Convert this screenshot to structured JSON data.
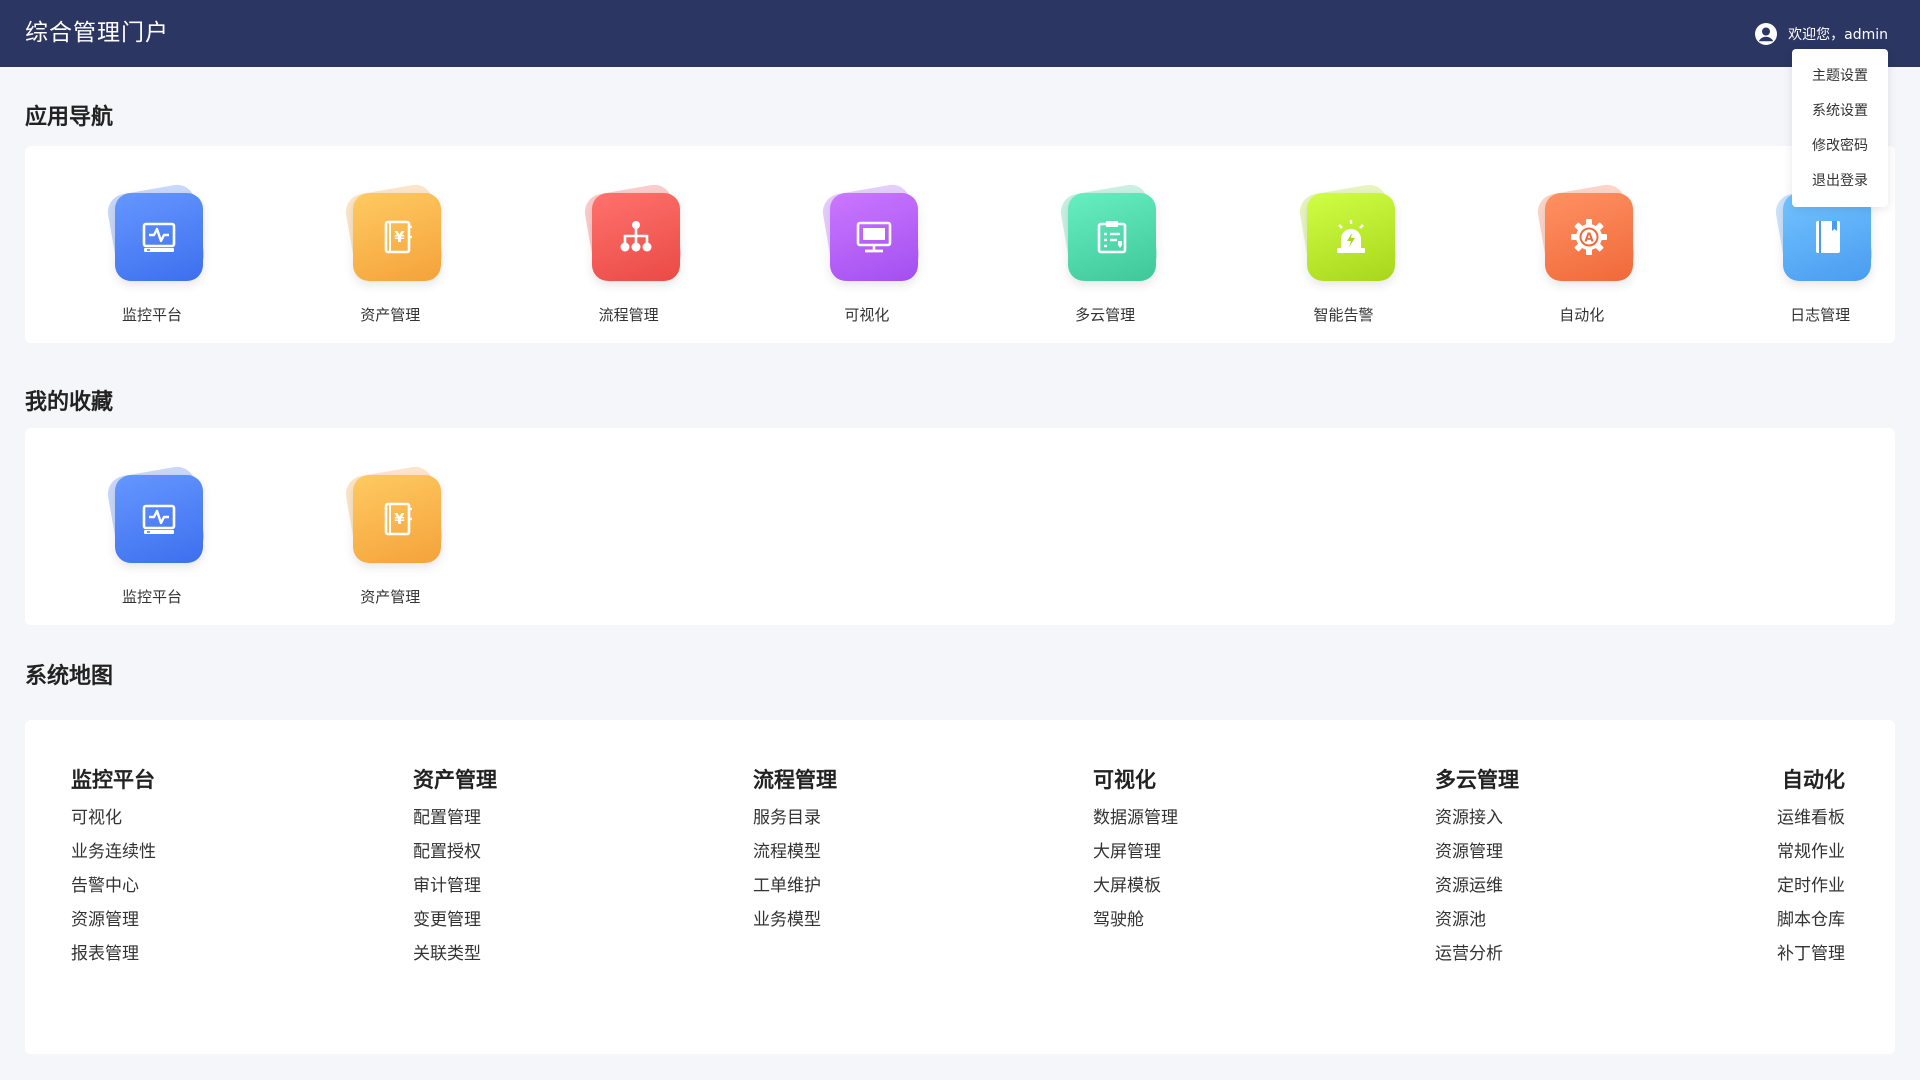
{
  "header": {
    "title": "综合管理门户",
    "welcome": "欢迎您，admin"
  },
  "user_menu": [
    {
      "label": "主题设置"
    },
    {
      "label": "系统设置"
    },
    {
      "label": "修改密码"
    },
    {
      "label": "退出登录"
    }
  ],
  "sections": {
    "nav_title": "应用导航",
    "fav_title": "我的收藏",
    "map_title": "系统地图"
  },
  "apps": [
    {
      "label": "监控平台",
      "icon": "monitor-pulse-icon",
      "color": "#3d6fee"
    },
    {
      "label": "资产管理",
      "icon": "asset-ledger-icon",
      "color": "#f5a23a"
    },
    {
      "label": "流程管理",
      "icon": "flow-tree-icon",
      "color": "#ea4a45"
    },
    {
      "label": "可视化",
      "icon": "screen-display-icon",
      "color": "#a34ff0"
    },
    {
      "label": "多云管理",
      "icon": "cloud-checklist-icon",
      "color": "#3fc79a"
    },
    {
      "label": "智能告警",
      "icon": "alarm-light-icon",
      "color": "#a8d61c"
    },
    {
      "label": "自动化",
      "icon": "auto-gear-icon",
      "color": "#f0693a"
    },
    {
      "label": "日志管理",
      "icon": "log-book-icon",
      "color": "#4a9cf0"
    }
  ],
  "favorites": [
    {
      "label": "监控平台",
      "icon": "monitor-pulse-icon",
      "color": "#3d6fee"
    },
    {
      "label": "资产管理",
      "icon": "asset-ledger-icon",
      "color": "#f5a23a"
    }
  ],
  "system_map": [
    {
      "title": "监控平台",
      "links": [
        "可视化",
        "业务连续性",
        "告警中心",
        "资源管理",
        "报表管理"
      ]
    },
    {
      "title": "资产管理",
      "links": [
        "配置管理",
        "配置授权",
        "审计管理",
        "变更管理",
        "关联类型"
      ]
    },
    {
      "title": "流程管理",
      "links": [
        "服务目录",
        "流程模型",
        "工单维护",
        "业务模型"
      ]
    },
    {
      "title": "可视化",
      "links": [
        "数据源管理",
        "大屏管理",
        "大屏模板",
        "驾驶舱"
      ]
    },
    {
      "title": "多云管理",
      "links": [
        "资源接入",
        "资源管理",
        "资源运维",
        "资源池",
        "运营分析"
      ]
    },
    {
      "title": "自动化",
      "links": [
        "运维看板",
        "常规作业",
        "定时作业",
        "脚本仓库",
        "补丁管理"
      ]
    }
  ]
}
